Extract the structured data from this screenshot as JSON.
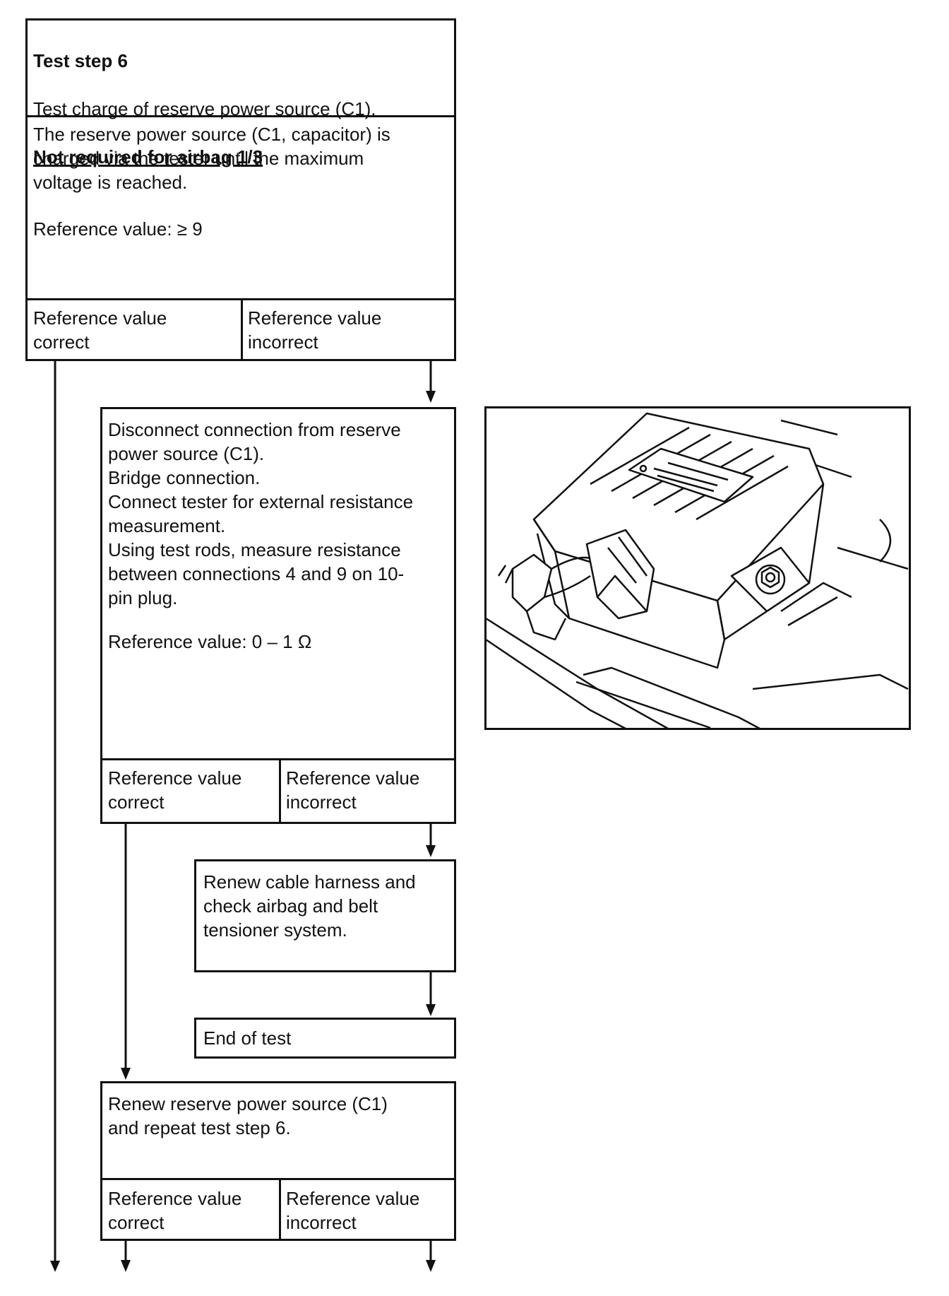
{
  "step_box": {
    "title": "Test step 6",
    "subtitle": "Test charge of reserve power source (C1).",
    "note": "Not required for airbag 1/3",
    "body": "The reserve power source (C1, capacitor) is\ncharged via the tester until the maximum\nvoltage is reached.",
    "reference": "Reference value:  ≥  9",
    "correct": "Reference value\ncorrect",
    "incorrect": "Reference value\nincorrect"
  },
  "disconnect_box": {
    "body": "Disconnect connection from reserve\npower source (C1).\nBridge connection.\nConnect tester for external resistance\nmeasurement.\nUsing test rods, measure resistance\nbetween connections 4 and 9 on 10-\npin plug.",
    "reference": "Reference value: 0 – 1 Ω",
    "correct": "Reference value\ncorrect",
    "incorrect": "Reference value\nincorrect"
  },
  "renew_harness_box": {
    "body": "Renew cable harness and\ncheck airbag and belt\ntensioner system."
  },
  "end_box": {
    "body": "End of test"
  },
  "renew_c1_box": {
    "body": "Renew reserve power source (C1)\nand repeat test step 6.",
    "correct": "Reference value\ncorrect",
    "incorrect": "Reference value\nincorrect"
  },
  "illustration": {
    "icon": "control-unit-connector-illustration"
  }
}
